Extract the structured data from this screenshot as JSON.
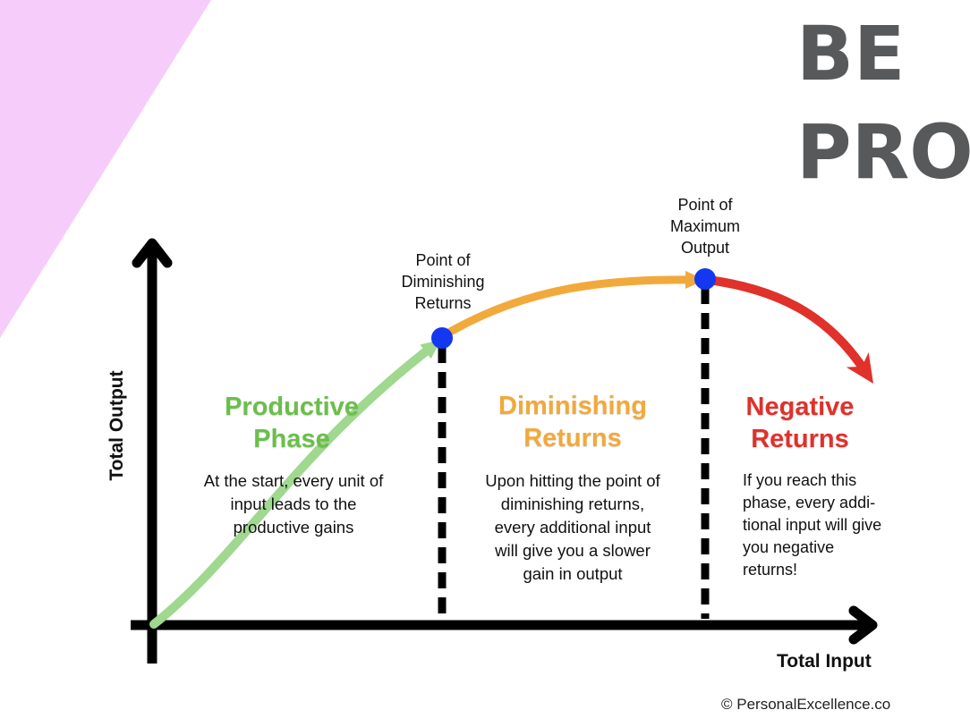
{
  "headline": {
    "line1": "BE",
    "line2": "PRO",
    "color": "#58595b"
  },
  "corner_shape_color": "#f6cdfa",
  "diagram": {
    "points": {
      "diminishing": [
        "Point of",
        "Diminishing",
        "Returns"
      ],
      "maximum": [
        "Point of",
        "Maximum",
        "Output"
      ]
    },
    "phases": {
      "productive": {
        "title": [
          "Productive",
          "Phase"
        ],
        "color": "#6abf4b",
        "curve_color": "#9fd88e",
        "description": [
          "At the start, every unit of",
          "input leads to the",
          "productive gains"
        ]
      },
      "diminishing": {
        "title": [
          "Diminishing",
          "Returns"
        ],
        "color": "#f2a93b",
        "curve_color": "#f2a93b",
        "description": [
          "Upon hitting the point of",
          "diminishing returns,",
          "every additional input",
          "will give you a slower",
          "gain in output"
        ]
      },
      "negative": {
        "title": [
          "Negative",
          "Returns"
        ],
        "color": "#e0312b",
        "curve_color": "#e0312b",
        "description": [
          "If you reach this",
          "phase, every addi-",
          "tional input will give",
          "you negative",
          "returns!"
        ]
      }
    },
    "axes": {
      "x_label": "Total Input",
      "y_label": "Total Output"
    },
    "point_color": "#1338f0",
    "copyright": "© PersonalExcellence.co"
  }
}
